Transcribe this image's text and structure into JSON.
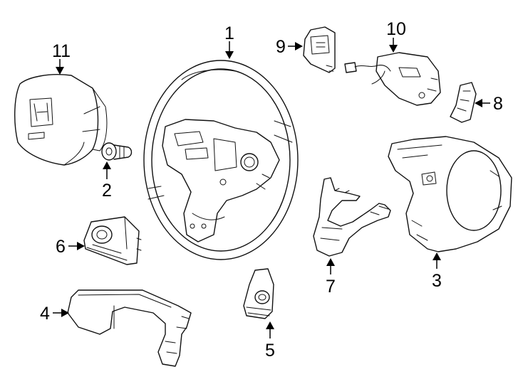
{
  "callouts": [
    {
      "label": "1"
    },
    {
      "label": "2"
    },
    {
      "label": "3"
    },
    {
      "label": "4"
    },
    {
      "label": "5"
    },
    {
      "label": "6"
    },
    {
      "label": "7"
    },
    {
      "label": "8"
    },
    {
      "label": "9"
    },
    {
      "label": "10"
    },
    {
      "label": "11"
    }
  ],
  "colors": {
    "line": "#111111",
    "background": "#ffffff"
  }
}
